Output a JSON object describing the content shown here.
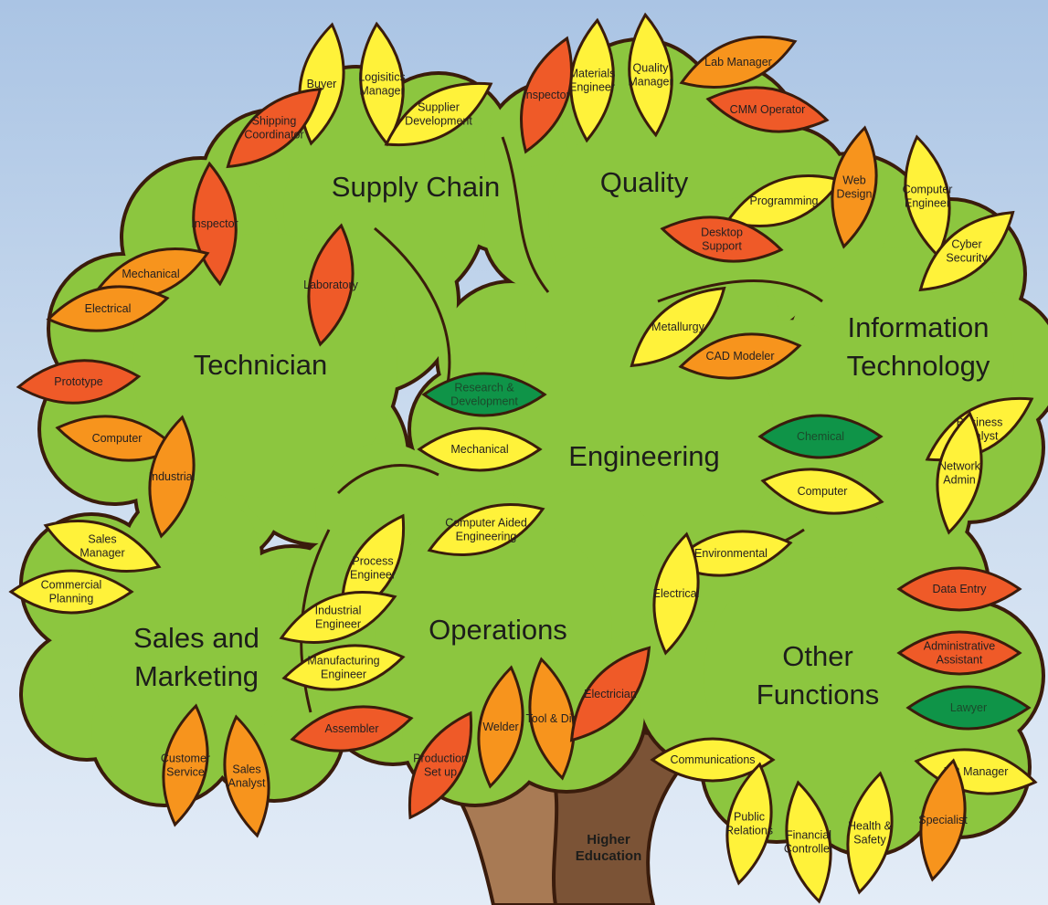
{
  "colors": {
    "background_top": "#aac4e4",
    "background_bottom": "#e3ecf7",
    "crown": "#8cc63f",
    "outline": "#3a1c0c",
    "trunk_light": "#a87a54",
    "trunk_dark": "#7b5336",
    "leaf_yellow": "#fff23a",
    "leaf_orange": "#f7941d",
    "leaf_red": "#ef5a28",
    "leaf_green": "#0f9448",
    "leaf_text": "#231f20",
    "leaf_text_dark_leaf": "#1b4a2b",
    "label_text": "#1d1d1b"
  },
  "trunk": {
    "label": [
      "Higher",
      "Education"
    ]
  },
  "branches": [
    {
      "id": "supply-chain",
      "label": [
        "Supply Chain"
      ]
    },
    {
      "id": "quality",
      "label": [
        "Quality"
      ]
    },
    {
      "id": "technician",
      "label": [
        "Technician"
      ]
    },
    {
      "id": "information-technology",
      "label": [
        "Information",
        "Technology"
      ]
    },
    {
      "id": "engineering",
      "label": [
        "Engineering"
      ]
    },
    {
      "id": "sales-and-marketing",
      "label": [
        "Sales and",
        "Marketing"
      ]
    },
    {
      "id": "operations",
      "label": [
        "Operations"
      ]
    },
    {
      "id": "other-functions",
      "label": [
        "Other",
        "Functions"
      ]
    }
  ],
  "leaves": [
    {
      "branch": "supply-chain",
      "label": [
        "Buyer"
      ],
      "color": "yellow"
    },
    {
      "branch": "supply-chain",
      "label": [
        "Logisitics",
        "Manager"
      ],
      "color": "yellow"
    },
    {
      "branch": "supply-chain",
      "label": [
        "Supplier",
        "Development"
      ],
      "color": "yellow"
    },
    {
      "branch": "supply-chain",
      "label": [
        "Shipping",
        "Coordinator"
      ],
      "color": "red"
    },
    {
      "branch": "quality",
      "label": [
        "Materials",
        "Engineer"
      ],
      "color": "yellow"
    },
    {
      "branch": "quality",
      "label": [
        "Quality",
        "Manager"
      ],
      "color": "yellow"
    },
    {
      "branch": "quality",
      "label": [
        "Lab Manager"
      ],
      "color": "orange"
    },
    {
      "branch": "quality",
      "label": [
        "Inspector"
      ],
      "color": "red"
    },
    {
      "branch": "quality",
      "label": [
        "CMM Operator"
      ],
      "color": "red"
    },
    {
      "branch": "information-technology",
      "label": [
        "Programming"
      ],
      "color": "yellow"
    },
    {
      "branch": "information-technology",
      "label": [
        "Web",
        "Design"
      ],
      "color": "orange"
    },
    {
      "branch": "information-technology",
      "label": [
        "Computer",
        "Engineer"
      ],
      "color": "yellow"
    },
    {
      "branch": "information-technology",
      "label": [
        "Desktop",
        "Support"
      ],
      "color": "red"
    },
    {
      "branch": "information-technology",
      "label": [
        "Cyber",
        "Security"
      ],
      "color": "yellow"
    },
    {
      "branch": "information-technology",
      "label": [
        "Business",
        "Analyst"
      ],
      "color": "yellow"
    },
    {
      "branch": "information-technology",
      "label": [
        "Network",
        "Admin"
      ],
      "color": "yellow"
    },
    {
      "branch": "technician",
      "label": [
        "Inspector"
      ],
      "color": "red"
    },
    {
      "branch": "technician",
      "label": [
        "Mechanical"
      ],
      "color": "orange"
    },
    {
      "branch": "technician",
      "label": [
        "Laboratory"
      ],
      "color": "red"
    },
    {
      "branch": "technician",
      "label": [
        "Electrical"
      ],
      "color": "orange"
    },
    {
      "branch": "technician",
      "label": [
        "Prototype"
      ],
      "color": "red"
    },
    {
      "branch": "technician",
      "label": [
        "Computer"
      ],
      "color": "orange"
    },
    {
      "branch": "technician",
      "label": [
        "Industrial"
      ],
      "color": "orange"
    },
    {
      "branch": "engineering",
      "label": [
        "Metallurgy"
      ],
      "color": "yellow"
    },
    {
      "branch": "engineering",
      "label": [
        "CAD Modeler"
      ],
      "color": "orange"
    },
    {
      "branch": "engineering",
      "label": [
        "Research &",
        "Development"
      ],
      "color": "green"
    },
    {
      "branch": "engineering",
      "label": [
        "Mechanical"
      ],
      "color": "yellow"
    },
    {
      "branch": "engineering",
      "label": [
        "Chemical"
      ],
      "color": "green"
    },
    {
      "branch": "engineering",
      "label": [
        "Computer"
      ],
      "color": "yellow"
    },
    {
      "branch": "engineering",
      "label": [
        "Computer Aided",
        "Engineering"
      ],
      "color": "yellow"
    },
    {
      "branch": "engineering",
      "label": [
        "Environmental"
      ],
      "color": "yellow"
    },
    {
      "branch": "engineering",
      "label": [
        "Electrical"
      ],
      "color": "yellow"
    },
    {
      "branch": "sales-and-marketing",
      "label": [
        "Sales",
        "Manager"
      ],
      "color": "yellow"
    },
    {
      "branch": "sales-and-marketing",
      "label": [
        "Commercial",
        "Planning"
      ],
      "color": "yellow"
    },
    {
      "branch": "sales-and-marketing",
      "label": [
        "Customer",
        "Service"
      ],
      "color": "orange"
    },
    {
      "branch": "sales-and-marketing",
      "label": [
        "Sales",
        "Analyst"
      ],
      "color": "orange"
    },
    {
      "branch": "operations",
      "label": [
        "Process",
        "Engineer"
      ],
      "color": "yellow"
    },
    {
      "branch": "operations",
      "label": [
        "Industrial",
        "Engineer"
      ],
      "color": "yellow"
    },
    {
      "branch": "operations",
      "label": [
        "Manufacturing",
        "Engineer"
      ],
      "color": "yellow"
    },
    {
      "branch": "operations",
      "label": [
        "Assembler"
      ],
      "color": "red"
    },
    {
      "branch": "operations",
      "label": [
        "Production",
        "Set up"
      ],
      "color": "red"
    },
    {
      "branch": "operations",
      "label": [
        "Welder"
      ],
      "color": "orange"
    },
    {
      "branch": "operations",
      "label": [
        "Tool & Die"
      ],
      "color": "orange"
    },
    {
      "branch": "operations",
      "label": [
        "Electrician"
      ],
      "color": "red"
    },
    {
      "branch": "other-functions",
      "label": [
        "Data Entry"
      ],
      "color": "red"
    },
    {
      "branch": "other-functions",
      "label": [
        "Administrative",
        "Assistant"
      ],
      "color": "red"
    },
    {
      "branch": "other-functions",
      "label": [
        "Lawyer"
      ],
      "color": "green"
    },
    {
      "branch": "other-functions",
      "label": [
        "HR Manager"
      ],
      "color": "yellow"
    },
    {
      "branch": "other-functions",
      "label": [
        "Specialist"
      ],
      "color": "orange"
    },
    {
      "branch": "other-functions",
      "label": [
        "Communications"
      ],
      "color": "yellow"
    },
    {
      "branch": "other-functions",
      "label": [
        "Public",
        "Relations"
      ],
      "color": "yellow"
    },
    {
      "branch": "other-functions",
      "label": [
        "Financial",
        "Controller"
      ],
      "color": "yellow"
    },
    {
      "branch": "other-functions",
      "label": [
        "Health &",
        "Safety"
      ],
      "color": "yellow"
    }
  ]
}
